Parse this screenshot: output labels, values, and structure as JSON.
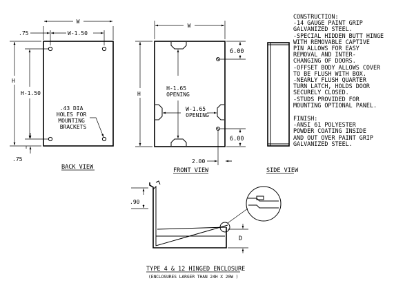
{
  "back_view": {
    "dim_w": "W",
    "dim_left_offset": ".75",
    "dim_w_minus": "W-1.50",
    "dim_h": "H",
    "dim_h_minus": "H-1.50",
    "dim_bottom_offset": ".75",
    "hole_note": [
      ".43 DIA",
      "HOLES FOR",
      "MOUNTING",
      "BRACKETS"
    ],
    "caption": "BACK VIEW"
  },
  "front_view": {
    "dim_w": "W",
    "dim_h": "H",
    "dim_top_latch": "6.00",
    "dim_bottom_latch": "6.00",
    "dim_latch_inset": "2.00",
    "opening_h": [
      "H-1.65",
      "OPENING"
    ],
    "opening_w": [
      "W-1.65",
      "OPENING"
    ],
    "caption": "FRONT VIEW"
  },
  "side_view": {
    "caption": "SIDE VIEW"
  },
  "section_view": {
    "dim_flange": ".90",
    "dim_depth": "D",
    "title": "TYPE 4 & 12 HINGED ENCLOSURE",
    "subtitle": "(ENCLOSURES LARGER THAN 24H X 20W )"
  },
  "notes": {
    "construction": [
      "CONSTRUCTION:",
      "-14 GAUGE PAINT GRIP",
      "GALVANIZED STEEL.",
      "-SPECIAL HIDDEN BUTT HINGE",
      "WITH REMOVABLE CAPTIVE",
      "PIN ALLOWS FOR EASY",
      "REMOVAL AND INTER-",
      "CHANGING OF DOORS.",
      "-OFFSET BODY ALLOWS COVER",
      "TO BE FLUSH WITH BOX.",
      "-NEARLY FLUSH QUARTER",
      "TURN LATCH, HOLDS DOOR",
      "SECURELY CLOSED.",
      "-STUDS PROVIDED FOR",
      "MOUNTING OPTIONAL PANEL."
    ],
    "finish": [
      "FINISH:",
      "-ANSI 61 POLYESTER",
      "POWDER COATING INSIDE",
      "AND OUT OVER PAINT GRIP",
      "GALVANIZED STEEL."
    ]
  }
}
